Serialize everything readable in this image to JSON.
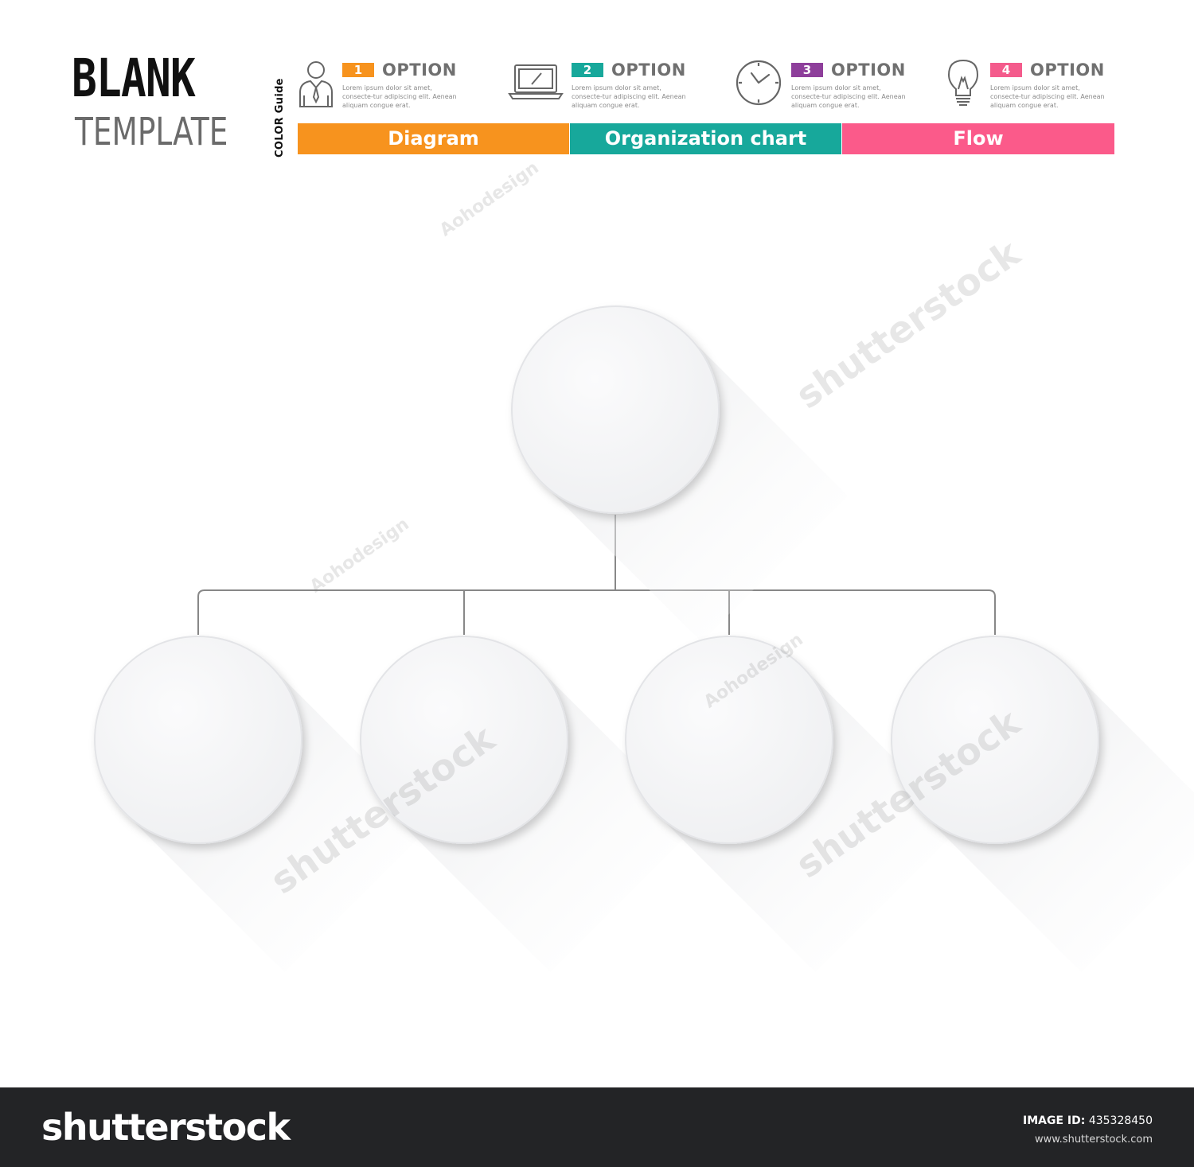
{
  "title": {
    "main": "BLANK",
    "sub": "TEMPLATE"
  },
  "color_guide_label": "COLOR Guide",
  "options": [
    {
      "number": "1",
      "label": "OPTION",
      "icon": "businessman-icon",
      "color": "#F7931E",
      "text": "Lorem ipsum dolor sit amet, consecte-tur adipiscing elit. Aenean aliquam congue erat."
    },
    {
      "number": "2",
      "label": "OPTION",
      "icon": "laptop-icon",
      "color": "#17A89B",
      "text": "Lorem ipsum dolor sit amet, consecte-tur adipiscing elit. Aenean aliquam congue erat."
    },
    {
      "number": "3",
      "label": "OPTION",
      "icon": "clock-icon",
      "color": "#8E3F9B",
      "text": "Lorem ipsum dolor sit amet, consecte-tur adipiscing elit. Aenean aliquam congue erat."
    },
    {
      "number": "4",
      "label": "OPTION",
      "icon": "lightbulb-icon",
      "color": "#F45B8C",
      "text": "Lorem ipsum dolor sit amet, consecte-tur adipiscing elit. Aenean aliquam congue erat."
    }
  ],
  "bars": [
    {
      "label": "Diagram",
      "color": "#F7931E"
    },
    {
      "label": "Organization chart",
      "color": "#17A89B"
    },
    {
      "label": "Flow",
      "color": "#FB5A8A"
    }
  ],
  "diagram": {
    "root": {
      "label": ""
    },
    "children": [
      {
        "label": ""
      },
      {
        "label": ""
      },
      {
        "label": ""
      },
      {
        "label": ""
      }
    ],
    "connector_color": "#888888",
    "node_color": "#F3F4F6"
  },
  "watermarks": [
    "shutterstock",
    "Aohodesign"
  ],
  "footer": {
    "logo": "shutterstock",
    "image_id_label": "IMAGE ID:",
    "image_id": "435328450",
    "url": "www.shutterstock.com"
  }
}
